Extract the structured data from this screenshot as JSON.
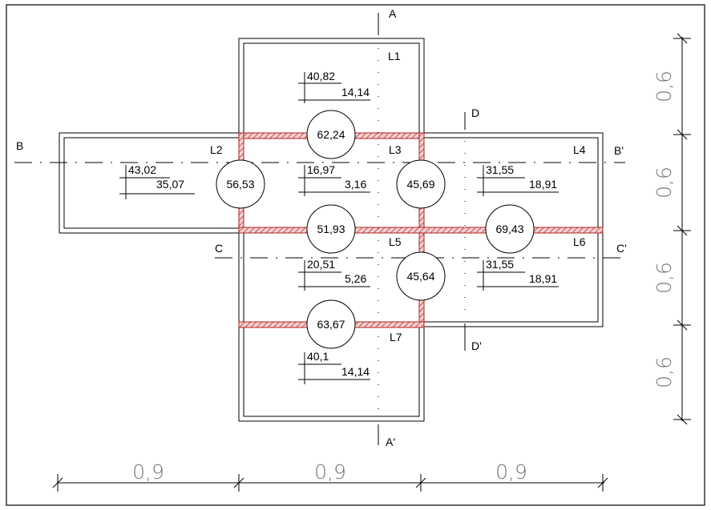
{
  "colors": {
    "beam": "#c03030",
    "line": "#000000",
    "dimension_text": "#777777"
  },
  "sections": {
    "a": "A",
    "a2": "A'",
    "b": "B",
    "b2": "B'",
    "c": "C",
    "c2": "C'",
    "d": "D",
    "d2": "D'"
  },
  "slabs": {
    "l1": "L1",
    "l2": "L2",
    "l3": "L3",
    "l4": "L4",
    "l5": "L5",
    "l6": "L6",
    "l7": "L7"
  },
  "moments": {
    "l1_top": "40,82",
    "l1_bot": "14,14",
    "l2_top": "43,02",
    "l2_bot": "35,07",
    "l3_top": "16,97",
    "l3_bot": "3,16",
    "l4_top": "31,55",
    "l4_bot": "18,91",
    "l5_top": "20,51",
    "l5_bot": "5,26",
    "l6_top": "31,55",
    "l6_bot": "18,91",
    "l7_top": "40,1",
    "l7_bot": "14,14"
  },
  "supports": {
    "s_l1_l3": "62,24",
    "s_l2_l3": "56,53",
    "s_l3_l4": "45,69",
    "s_l3_l5": "51,93",
    "s_l4_l6": "69,43",
    "s_l5_l6": "45,64",
    "s_l5_l7": "63,67"
  },
  "dimensions": {
    "horizontal": [
      "0,9",
      "0,9",
      "0,9"
    ],
    "vertical": [
      "0,6",
      "0,6",
      "0,6",
      "0,6"
    ]
  }
}
